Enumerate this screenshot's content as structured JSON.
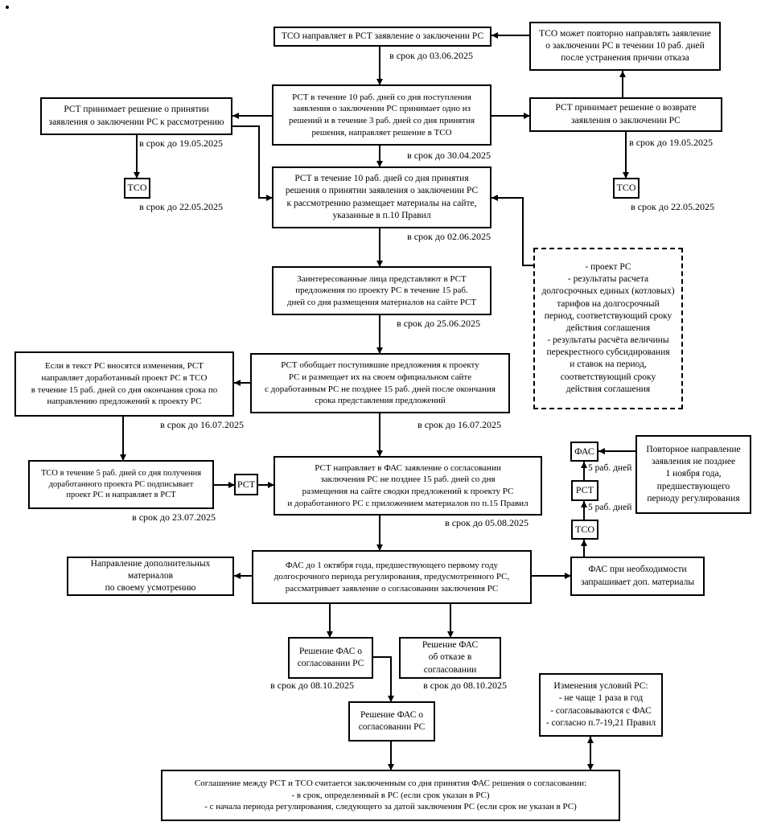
{
  "nodes": {
    "submit": {
      "text": "ТСО направляет в РСТ заявление о заключении РС",
      "deadline": "в срок до 03.06.2025"
    },
    "resubmit_offer": {
      "text": "ТСО может повторно направлять заявление\nо заключении РС в течении 10 раб. дней\nпосле устранения причин отказа"
    },
    "decision": {
      "text": "РСТ в течение 10 раб. дней со дня поступления\nзаявления о заключении РС принимает одно из\nрешений и в течение 3 раб. дней со дня принятия\nрешения, направляет решение в ТСО",
      "deadline": "в срок до 30.04.2025"
    },
    "accept": {
      "text": "РСТ принимает решение о принятии\nзаявления о заключении РС к рассмотрению",
      "deadline": "в срок до 19.05.2025",
      "tso_label": "ТСО",
      "tso_deadline": "в срок до 22.05.2025"
    },
    "return": {
      "text": "РСТ принимает решение о возврате\nзаявления о заключении РС",
      "deadline": "в срок до 19.05.2025",
      "tso_label": "ТСО",
      "tso_deadline": "в срок до 22.05.2025"
    },
    "publish": {
      "text": "РСТ в течение 10 раб. дней со дня принятия\nрешения о принятии заявления о заключении РС\nк рассмотрению размещает материалы на сайте,\nуказанные в п.10 Правил",
      "deadline": "в срок до 02.06.2025"
    },
    "materials": {
      "text": "- проект РС\n- результаты расчета\nдолгосрочных единых (котловых)\nтарифов на долгосрочный\nпериод, соответствующий сроку\nдействия соглашения\n- результаты расчёта величины\nперекрестного субсидирования\nи ставок на период,\nсоответствующий сроку\nдействия соглашения"
    },
    "proposals": {
      "text": "Заинтересованные лица представляют в РСТ\nпредложения по проекту РС в течение 15 раб.\nдней со дня размещения материалов на сайте РСТ",
      "deadline": "в срок до 25.06.2025"
    },
    "revise": {
      "text": "Если в текст РС вносятся изменения, РСТ\nнаправляет доработанный проект РС в ТСО\nв течение 15 раб. дней со дня окончания срока по\nнаправлению предложений к проекту РС",
      "deadline": "в срок до 16.07.2025"
    },
    "summarize": {
      "text": "РСТ обобщает поступившие предложения к проекту\nРС и размещает их на своем официальном сайте\nс доработанным РС не позднее 15 раб. дней после окончания\nсрока представления предложений",
      "deadline": "в срок до 16.07.2025"
    },
    "sign": {
      "text": "ТСО в течение 5 раб. дней со дня получения\nдоработанного проекта РС подписывает\nпроект РС и направляет в РСТ",
      "deadline": "в срок до 23.07.2025"
    },
    "rst_relay": {
      "text": "РСТ"
    },
    "send_fas": {
      "text": "РСТ направляет в ФАС заявление о согласовании\nзаключения РС не позднее 15 раб. дней со дня\nразмещения на сайте сводки предложений к проекту РС\nи доработанного РС с приложением материалов по п.15 Правил",
      "deadline": "в срок до 05.08.2025"
    },
    "chain": {
      "fas": "ФАС",
      "rst": "РСТ",
      "tso": "ТСО",
      "step1": "5 раб. дней",
      "step2": "5 раб. дней"
    },
    "resubmit_november": {
      "text": "Повторное направление\nзаявления не позднее\n1 ноября года,\nпредшествующего\nпериоду регулирования"
    },
    "fas_review": {
      "text": "ФАС до 1 октября года, предшествующего первому году\nдолгосрочного периода регулирования, предусмотренного РС,\nрассматривает заявление о согласовании заключения РС"
    },
    "extra_materials": {
      "text": "Направление дополнительных материалов\nпо своему усмотрению"
    },
    "fas_request": {
      "text": "ФАС при необходимости\nзапрашивает доп. материалы"
    },
    "approve": {
      "text": "Решение ФАС о\nсогласовании РС",
      "deadline": "в срок до 08.10.2025"
    },
    "refuse": {
      "text": "Решение ФАС\nоб отказе в согласовании",
      "deadline": "в срок до 08.10.2025"
    },
    "approve_final": {
      "text": "Решение ФАС о\nсогласовании РС"
    },
    "changes": {
      "text": "Изменения условий РС:\n- не чаще 1 раза в год\n- согласовываются с ФАС\n- согласно п.7-19,21 Правил"
    },
    "concluded": {
      "text": "Соглашение между РСТ и ТСО считается заключенным со дня принятия ФАС решения о согласовании:\n- в срок, определенный в РС (если срок указан в РС)\n- с начала периода регулирования, следующего за датой заключения РС (если срок не указан в РС)"
    }
  }
}
